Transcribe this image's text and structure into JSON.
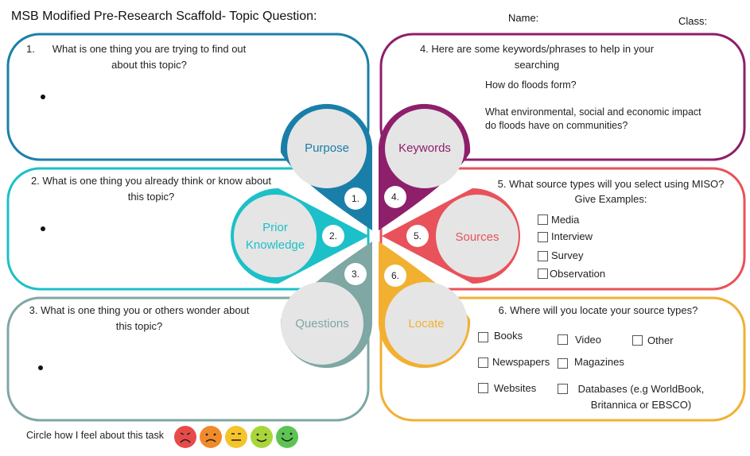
{
  "header": {
    "title": "MSB  Modified Pre-Research Scaffold-  Topic Question:",
    "name_label": "Name:",
    "class_label": "Class:"
  },
  "panels": {
    "p1": {
      "number": "1.",
      "question": "What is one thing you are trying to find out about this topic?"
    },
    "p2": {
      "question": "2. What is one thing you already think or know about this topic?"
    },
    "p3": {
      "question": "3. What is one thing you or others wonder about this topic?"
    },
    "p4": {
      "question": "4. Here are some keywords/phrases to help in your searching",
      "keyword1": "How do floods form?",
      "keyword2": "What environmental, social and economic impact do floods have on communities?"
    },
    "p5": {
      "question": "5. What source types will you select using MISO? Give Examples:",
      "options": [
        "Media",
        "Interview",
        "Survey",
        "Observation"
      ]
    },
    "p6": {
      "question": "6. Where will you locate your source types?",
      "options": [
        "Books",
        "Video",
        "Other",
        "Newspapers",
        "Magazines",
        "Websites",
        "Databases (e.g WorldBook, Britannica or EBSCO)"
      ]
    }
  },
  "petals": {
    "purpose": {
      "label": "Purpose",
      "number": "1.",
      "color": "#1a7fa8"
    },
    "prior": {
      "label": "Prior Knowledge",
      "number": "2.",
      "color": "#1cc0c8"
    },
    "questions": {
      "label": "Questions",
      "number": "3.",
      "color": "#7fa7a4"
    },
    "keywords": {
      "label": "Keywords",
      "number": "4.",
      "color": "#8e1f6b"
    },
    "sources": {
      "label": "Sources",
      "number": "5.",
      "color": "#e8525a"
    },
    "locate": {
      "label": "Locate",
      "number": "6.",
      "color": "#f2b031"
    }
  },
  "footer": {
    "feelings_label": "Circle how I feel about this task",
    "faces": [
      {
        "icon": "very-sad-face-icon",
        "color": "#e84a4a"
      },
      {
        "icon": "sad-face-icon",
        "color": "#f08a2a"
      },
      {
        "icon": "neutral-face-icon",
        "color": "#f5c42a"
      },
      {
        "icon": "happy-face-icon",
        "color": "#a8d63a"
      },
      {
        "icon": "very-happy-face-icon",
        "color": "#5cc454"
      }
    ]
  }
}
